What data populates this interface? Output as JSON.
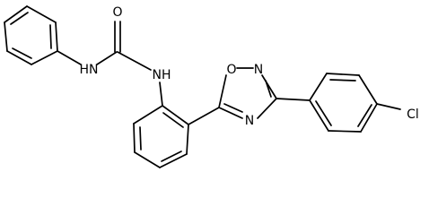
{
  "molecule": {
    "atoms": {
      "o_carbonyl": "O",
      "nh_left": "HN",
      "nh_right": "NH",
      "o_ring": "O",
      "n_ring_top": "N",
      "n_ring_bottom": "N",
      "cl": "Cl"
    }
  },
  "colors": {
    "bond": "#000000",
    "background": "#ffffff"
  }
}
